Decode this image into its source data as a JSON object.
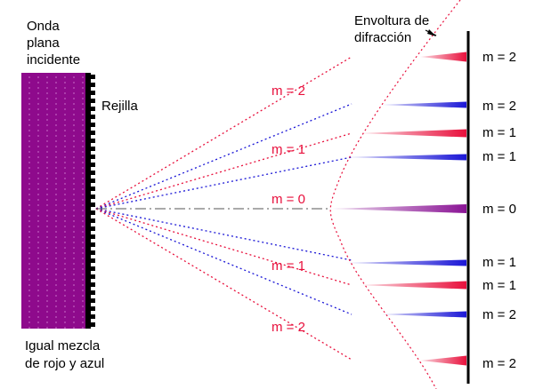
{
  "labels": {
    "incident_line1": "Onda",
    "incident_line2": "plana",
    "incident_line3": "incidente",
    "grating": "Rejilla",
    "mixture_line1": "Igual mezcla",
    "mixture_line2": "de rojo y azul",
    "envelope_line1": "Envoltura de",
    "envelope_line2": "difracción"
  },
  "order_labels": {
    "red_m2_upper": "m = 2",
    "red_m1_upper": "m = 1",
    "m0": "m = 0",
    "red_m1_lower": "m = 1",
    "red_m2_lower": "m = 2"
  },
  "screen_labels": [
    "m = 2",
    "m = 2",
    "m = 1",
    "m = 1",
    "m = 0",
    "m = 1",
    "m = 1",
    "m = 2",
    "m = 2"
  ],
  "colors": {
    "wave": "#8e0a8c",
    "red": "#e8103c",
    "blue": "#1a16d6",
    "central": "#8a1495",
    "label_red": "#e8103c",
    "axis": "#555555",
    "envelope": "#e8103c"
  }
}
